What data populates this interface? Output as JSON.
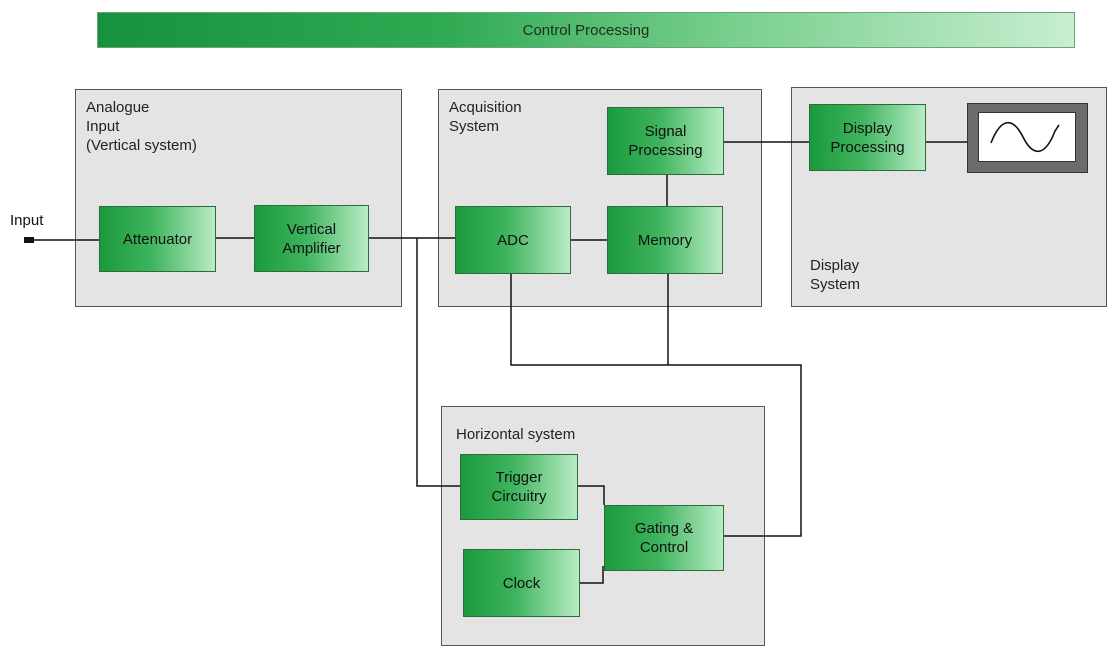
{
  "banner": {
    "label": "Control Processing"
  },
  "input": {
    "label": "Input"
  },
  "groups": {
    "analogue": {
      "label": "Analogue\nInput\n(Vertical system)"
    },
    "acquisition": {
      "label": "Acquisition\nSystem"
    },
    "display": {
      "label": "Display\nSystem"
    },
    "horizontal": {
      "label": "Horizontal system"
    }
  },
  "blocks": {
    "attenuator": "Attenuator",
    "vertical_amplifier": "Vertical\nAmplifier",
    "adc": "ADC",
    "memory": "Memory",
    "signal_processing": "Signal\nProcessing",
    "display_processing": "Display\nProcessing",
    "trigger_circuitry": "Trigger\nCircuitry",
    "gating_control": "Gating &\nControl",
    "clock": "Clock"
  },
  "screen": {
    "icon": "sine-wave-icon"
  },
  "colors": {
    "block_green": "#1a9a3d",
    "block_light": "#b9ecc5",
    "group_fill": "#e4e4e4",
    "banner_green": "#17913c"
  }
}
